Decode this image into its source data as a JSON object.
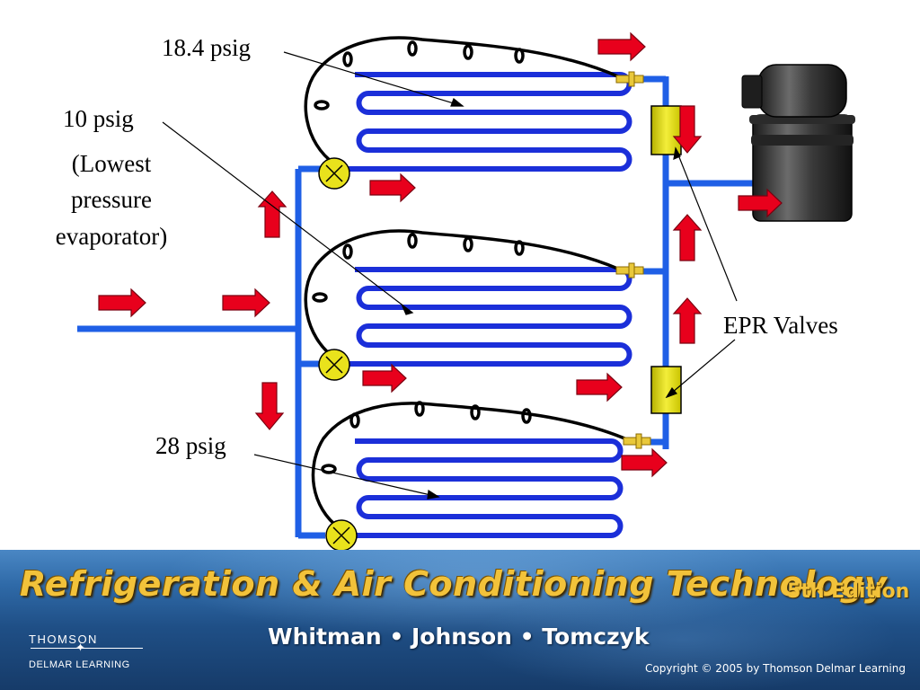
{
  "labels": {
    "top_pressure": "18.4 psig",
    "middle_pressure": "10 psig",
    "middle_note_line1": "(Lowest",
    "middle_note_line2": "pressure",
    "middle_note_line3": "evaporator)",
    "bottom_pressure": "28 psig",
    "valves": "EPR Valves"
  },
  "banner": {
    "title": "Refrigeration  &  Air Conditioning  Technology",
    "edition": "5th Edition",
    "authors": "Whitman • Johnson • Tomczyk",
    "publisher_top": "THOMSON",
    "publisher_bottom": "DELMAR LEARNING",
    "copyright": "Copyright © 2005 by Thomson Delmar Learning"
  },
  "colors": {
    "pipe": "#1f5fe6",
    "coil": "#1b2fd9",
    "arrow": "#e8001c",
    "valve": "#e9e21c",
    "compressor": "#2a2a2a"
  }
}
